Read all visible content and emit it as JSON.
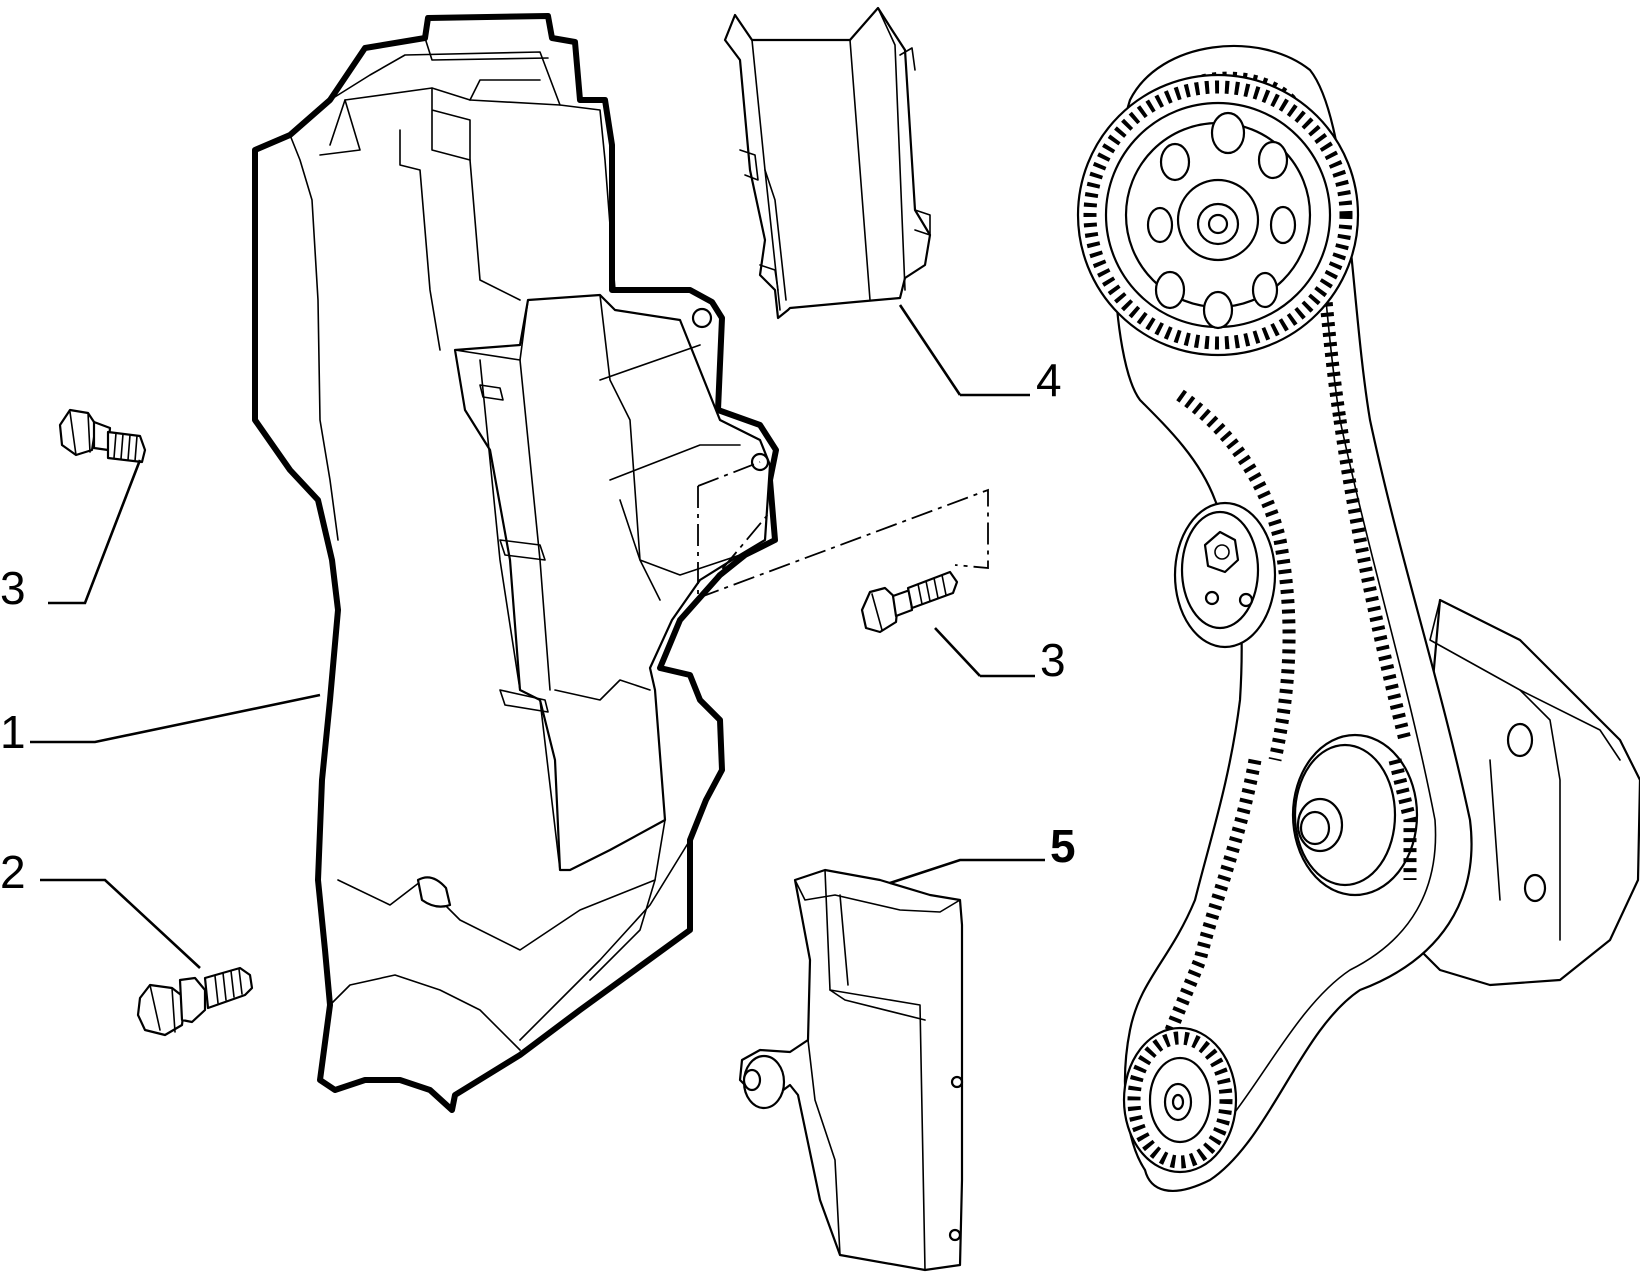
{
  "callouts": [
    {
      "id": "c1",
      "label": "1",
      "part": "timing-cover"
    },
    {
      "id": "c2",
      "label": "2",
      "part": "flange-bolt"
    },
    {
      "id": "c3a",
      "label": "3",
      "part": "short-bolt"
    },
    {
      "id": "c3b",
      "label": "3",
      "part": "short-bolt"
    },
    {
      "id": "c4",
      "label": "4",
      "part": "upper-cover-plate"
    },
    {
      "id": "c5",
      "label": "5",
      "part": "lower-bracket"
    }
  ],
  "colors": {
    "line": "#000000",
    "background": "#ffffff"
  }
}
